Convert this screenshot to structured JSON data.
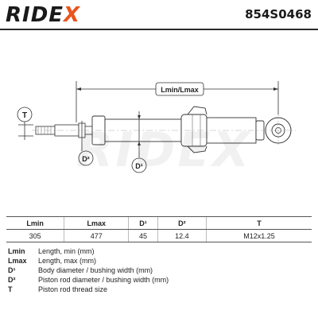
{
  "header": {
    "logo": "RIDE",
    "logo_accent": "X",
    "part_number": "854S0468"
  },
  "diagram": {
    "dimension_label": "Lmin/Lmax",
    "label_t": "T",
    "label_d1": "D¹",
    "label_d2": "D²",
    "watermark": "RIDEX"
  },
  "table": {
    "headers": [
      "Lmin",
      "Lmax",
      "D¹",
      "D²",
      "T"
    ],
    "values": [
      "305",
      "477",
      "45",
      "12.4",
      "M12x1.25"
    ]
  },
  "legend": [
    {
      "key": "Lmin",
      "text": "Length, min (mm)"
    },
    {
      "key": "Lmax",
      "text": "Length, max (mm)"
    },
    {
      "key": "D¹",
      "text": "Body diameter / bushing width (mm)"
    },
    {
      "key": "D²",
      "text": "Piston rod diameter / bushing width (mm)"
    },
    {
      "key": "T",
      "text": "Piston rod thread size"
    }
  ]
}
